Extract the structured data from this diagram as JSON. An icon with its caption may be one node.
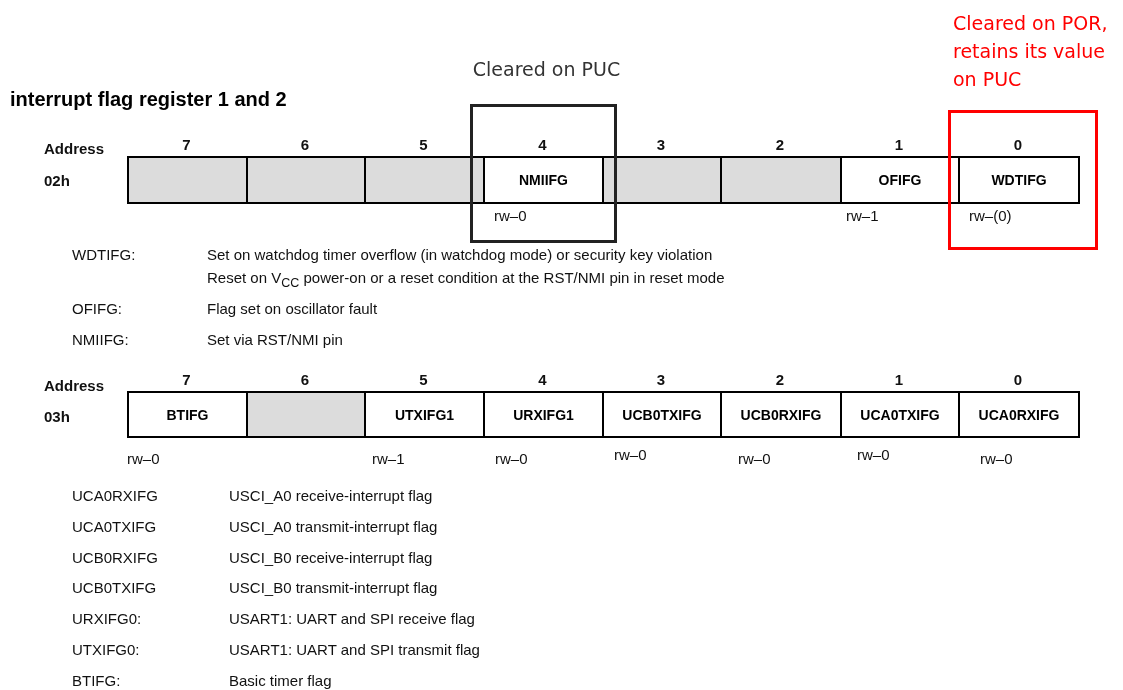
{
  "diagram": {
    "title": "interrupt flag register 1 and 2",
    "nodes": [
      {
        "text": [
          "Cleared on POR, retains its value on PUC"
        ]
      },
      {
        "text": [
          "Cleared on PUC"
        ]
      },
      {
        "text": [],
        "shape": "box",
        "beside": [
          "7"
        ]
      },
      {
        "text": [],
        "shape": "box",
        "beside": [
          "6"
        ]
      },
      {
        "text": [],
        "shape": "box",
        "beside": [
          "5"
        ]
      },
      {
        "text": [
          "NMIIFG"
        ],
        "in": 1,
        "beside": [
          "4",
          "rw–0"
        ]
      },
      {
        "text": [],
        "shape": "box",
        "beside": [
          "3"
        ]
      },
      {
        "text": [],
        "shape": "box",
        "beside": [
          "2"
        ]
      },
      {
        "text": [
          "OFIFG"
        ],
        "beside": [
          "1",
          "rw–1"
        ]
      },
      {
        "text": [
          "WDTIFG"
        ],
        "in": 0,
        "beside": [
          "0",
          "rw–(0)"
        ]
      },
      {
        "text": [
          "BTIFG"
        ],
        "beside": [
          "7",
          "rw–0"
        ]
      },
      {
        "text": [],
        "shape": "box",
        "beside": [
          "6"
        ]
      },
      {
        "text": [
          "UTXIFG1"
        ],
        "beside": [
          "5",
          "rw–1"
        ]
      },
      {
        "text": [
          "URXIFG1"
        ],
        "beside": [
          "4",
          "rw–0"
        ]
      },
      {
        "text": [
          "UCB0TXIFG"
        ],
        "beside": [
          "3",
          "rw–0"
        ]
      },
      {
        "text": [
          "UCB0RXIFG"
        ],
        "beside": [
          "2",
          "rw–0"
        ]
      },
      {
        "text": [
          "UCA0TXIFG"
        ],
        "beside": [
          "1",
          "rw–0"
        ]
      },
      {
        "text": [
          "UCA0RXIFG"
        ],
        "beside": [
          "0",
          "rw–0"
        ]
      }
    ],
    "edges": [],
    "labels": [
      "Address",
      "02h",
      "WDTIFG:",
      "Set on watchdog timer overflow (in watchdog mode) or security key violation",
      "Reset on V$_{CC}$ power-on or a reset condition at the RST/NMI pin in reset mode",
      "OFIFG:",
      "Flag set on oscillator fault",
      "NMIIFG:",
      "Set via RST/NMI pin",
      "Address",
      "03h",
      "UCA0RXIFG",
      "USCI_A0 receive-interrupt flag",
      "UCA0TXIFG",
      "USCI_A0 transmit-interrupt flag",
      "UCB0RXIFG",
      "USCI_B0 receive-interrupt flag",
      "UCB0TXIFG",
      "USCI_B0 transmit-interrupt flag",
      "URXIFG0:",
      "USART1: UART and SPI receive flag",
      "UTXIFG0:",
      "USART1: UART and SPI transmit flag",
      "BTIFG:",
      "Basic timer flag"
    ]
  }
}
